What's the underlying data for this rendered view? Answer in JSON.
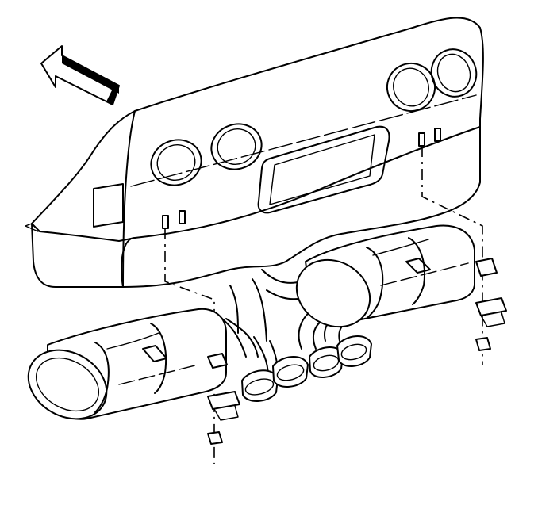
{
  "diagram": {
    "kind": "exploded-view-line-drawing",
    "parts": [
      "rear-fascia",
      "tail-lamp-openings",
      "license-plate-recess",
      "mounting-studs",
      "left-muffler",
      "right-muffler",
      "exhaust-tips",
      "hanger-brackets",
      "insulators",
      "nuts",
      "direction-arrow"
    ],
    "colors": {
      "ink": "#000000",
      "background": "#ffffff"
    }
  }
}
